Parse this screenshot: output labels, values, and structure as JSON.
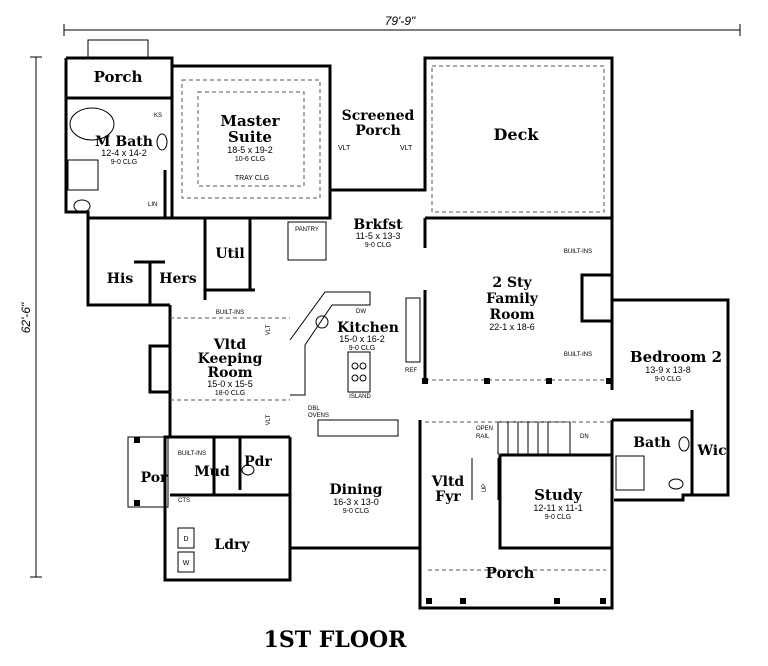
{
  "plan": {
    "title": "1ST FLOOR",
    "dim_width": "79'-9\"",
    "dim_depth": "62'-6\""
  },
  "rooms": {
    "porch_top": "Porch",
    "master_suite": {
      "name1": "Master",
      "name2": "Suite",
      "size": "18-5 x 19-2",
      "clg": "10-6 CLG",
      "note": "TRAY CLG"
    },
    "m_bath": {
      "name": "M Bath",
      "size": "12-4 x 14-2",
      "clg": "9-0 CLG"
    },
    "ks": "KS",
    "lin": "LIN",
    "screened_porch": {
      "name1": "Screened",
      "name2": "Porch",
      "vlt_l": "VLT",
      "vlt_r": "VLT"
    },
    "deck": "Deck",
    "his": "His",
    "hers": "Hers",
    "util": "Util",
    "pantry": "PANTRY",
    "brkfst": {
      "name": "Brkfst",
      "size": "11-5 x 13-3",
      "clg": "9-0 CLG"
    },
    "family": {
      "name1": "2 Sty",
      "name2": "Family",
      "name3": "Room",
      "size": "22-1 x 18-6",
      "builtins_top": "BUILT-INS",
      "builtins_bottom": "BUILT-INS"
    },
    "kitchen": {
      "name": "Kitchen",
      "size": "15-0 x 16-2",
      "clg": "9-0 CLG",
      "dw": "DW",
      "ref": "REF",
      "island": "ISLAND",
      "ovens1": "DBL",
      "ovens2": "OVENS"
    },
    "keeping": {
      "name1": "Vltd",
      "name2": "Keeping",
      "name3": "Room",
      "size": "15-0 x 15-5",
      "clg": "18-0 CLG",
      "builtins": "BUILT-INS",
      "vlt_top": "VLT",
      "vlt_bottom": "VLT"
    },
    "bedroom2": {
      "name": "Bedroom 2",
      "size": "13-9 x 13-8",
      "clg": "9-0 CLG"
    },
    "bath": "Bath",
    "wic": "Wic",
    "por": "Por",
    "mud": "Mud",
    "mud_builtins": "BUILT-INS",
    "cts": "CTS",
    "pdr": "Pdr",
    "ldry": "Ldry",
    "d": "D",
    "w": "W",
    "dining": {
      "name": "Dining",
      "size": "16-3 x 13-0",
      "clg": "9-0 CLG"
    },
    "foyer": {
      "name1": "Vltd",
      "name2": "Fyr"
    },
    "open_rail": {
      "l1": "OPEN",
      "l2": "RAIL"
    },
    "dn": "DN",
    "up": "UP",
    "study": {
      "name": "Study",
      "size": "12-11 x 11-1",
      "clg": "9-0 CLG"
    },
    "porch_front": "Porch"
  }
}
